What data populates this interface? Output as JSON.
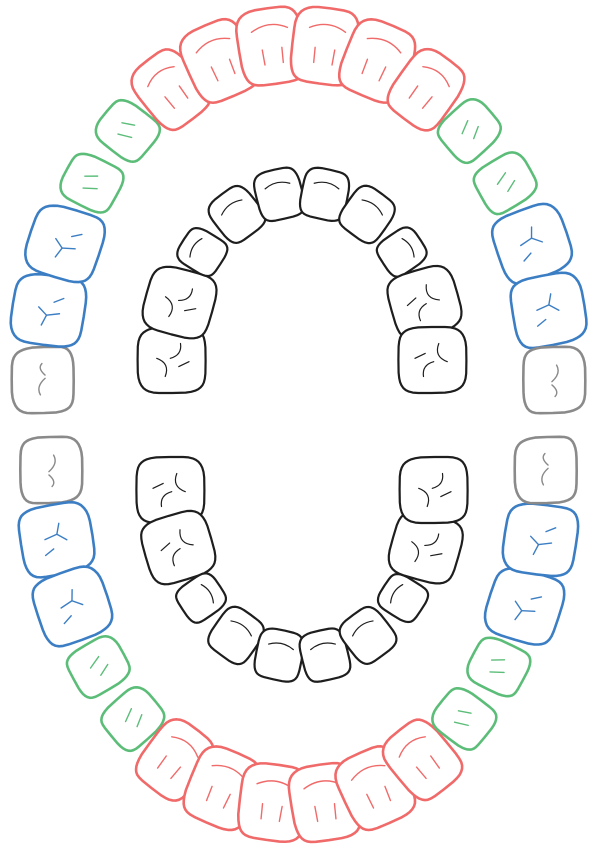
{
  "colors": {
    "incisor-canine": "#f06a6a",
    "premolar": "#5cbd79",
    "molar": "#3c7ec4",
    "wisdom": "#8a8a8a",
    "primary": "#1e1e1e"
  },
  "permanent_upper": [
    "wisdom",
    "molar",
    "molar",
    "premolar",
    "premolar",
    "canine",
    "incisor",
    "incisor",
    "incisor",
    "incisor",
    "canine",
    "premolar",
    "premolar",
    "molar",
    "molar",
    "wisdom"
  ],
  "permanent_lower": [
    "wisdom",
    "molar",
    "molar",
    "premolar",
    "premolar",
    "canine",
    "incisor",
    "incisor",
    "incisor",
    "incisor",
    "canine",
    "premolar",
    "premolar",
    "molar",
    "molar",
    "wisdom"
  ],
  "primary_upper": [
    "molar",
    "molar",
    "canine",
    "incisor",
    "incisor",
    "incisor",
    "incisor",
    "canine",
    "molar",
    "molar"
  ],
  "primary_lower": [
    "molar",
    "molar",
    "canine",
    "incisor",
    "incisor",
    "incisor",
    "incisor",
    "canine",
    "molar",
    "molar"
  ]
}
